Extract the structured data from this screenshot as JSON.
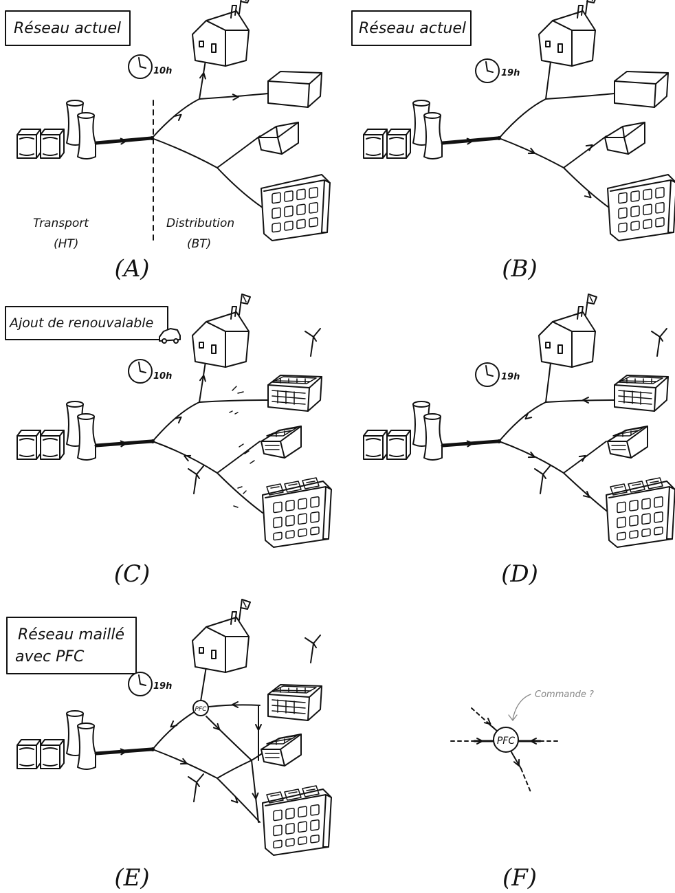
{
  "panels": {
    "A": {
      "title": "Réseau actuel",
      "time": "10h",
      "caption": "(A)",
      "labels": {
        "transport": "Transport",
        "transport_sub": "(HT)",
        "distribution": "Distribution",
        "distribution_sub": "(BT)"
      }
    },
    "B": {
      "title": "Réseau actuel",
      "time": "19h",
      "caption": "(B)"
    },
    "C": {
      "title": "Ajout de renouvalable",
      "time": "10h",
      "caption": "(C)"
    },
    "D": {
      "time": "19h",
      "caption": "(D)"
    },
    "E": {
      "title_line1": "Réseau maillé",
      "title_line2": "avec PFC",
      "time": "19h",
      "pfc": "PFC",
      "caption": "(E)"
    },
    "F": {
      "pfc": "PFC",
      "annotation": "Commande ?",
      "caption": "(F)"
    }
  },
  "colors": {
    "ink": "#111111",
    "annotation": "#888888",
    "background": "#ffffff"
  }
}
